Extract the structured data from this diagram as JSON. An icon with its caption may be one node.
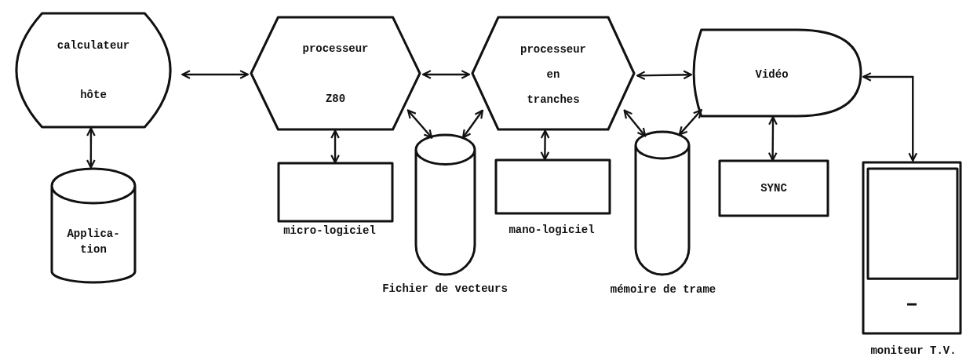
{
  "diagram": {
    "nodes": [
      {
        "text": [
          "calculateur",
          "hôte"
        ]
      },
      {
        "text": [
          "Applica- tion"
        ]
      },
      {
        "text": [
          "processeur",
          "Z80"
        ]
      },
      {
        "text": [],
        "shape": "box",
        "beside": [
          "micro-logiciel"
        ]
      },
      {
        "text": [],
        "shape": "cylinder",
        "beside": [
          "Fichier de vecteurs"
        ]
      },
      {
        "text": [
          "processeur en tranches"
        ]
      },
      {
        "text": [],
        "shape": "box",
        "beside": [
          "mano-logiciel"
        ]
      },
      {
        "text": [],
        "shape": "cylinder",
        "beside": [
          "mémoire de trame"
        ]
      },
      {
        "text": [
          "Vidéo"
        ]
      },
      {
        "text": [
          "SYNC"
        ]
      },
      {
        "text": [],
        "shape": "monitor",
        "beside": [
          "moniteur T.V."
        ]
      }
    ],
    "edges": [
      {
        "from": 0,
        "to": 2,
        "arrow": "both"
      },
      {
        "from": 0,
        "to": 1,
        "arrow": "both"
      },
      {
        "from": 2,
        "to": 3,
        "arrow": "both"
      },
      {
        "from": 2,
        "to": 4,
        "arrow": "both"
      },
      {
        "from": 2,
        "to": 5,
        "arrow": "both"
      },
      {
        "from": 4,
        "to": 5,
        "arrow": "both"
      },
      {
        "from": 5,
        "to": 6,
        "arrow": "both"
      },
      {
        "from": 5,
        "to": 7,
        "arrow": "both"
      },
      {
        "from": 5,
        "to": 8,
        "arrow": "both"
      },
      {
        "from": 7,
        "to": 8,
        "arrow": "both"
      },
      {
        "from": 8,
        "to": 9,
        "arrow": "both"
      },
      {
        "from": 8,
        "to": 10,
        "arrow": "both"
      }
    ]
  }
}
